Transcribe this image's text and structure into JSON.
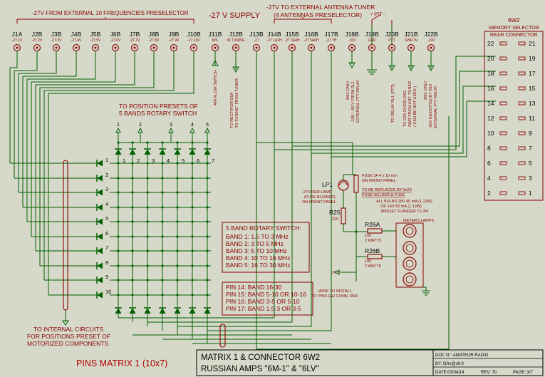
{
  "top": {
    "freq_header": "-27V FROM EXTERNAL 10 FREQUENCIES PRESELECTOR",
    "supply": "-27 V SUPPLY",
    "tuner_line1": "-27V TO EXTERNAL ANTENNA TUNER",
    "tuner_line2": "(4 ANTENNAS PRESELECTOR)",
    "ptt": "+  PTT  -"
  },
  "jpins": [
    {
      "name": "J1A",
      "v": "-27.1V"
    },
    {
      "name": "J2B",
      "v": "-27.2V"
    },
    {
      "name": "J3B",
      "v": "-27.3V"
    },
    {
      "name": "J4B",
      "v": "-27.4V"
    },
    {
      "name": "J5B",
      "v": "-27.5V"
    },
    {
      "name": "J6B",
      "v": "-27.6V"
    },
    {
      "name": "J7B",
      "v": "-27.7V"
    },
    {
      "name": "J8B",
      "v": "-27.8V"
    },
    {
      "name": "J9B",
      "v": "-27.9V"
    },
    {
      "name": "J10B",
      "v": "-27.10V"
    },
    {
      "name": "J11B",
      "v": "N/C"
    },
    {
      "name": "J12B",
      "v": "IN TUNING"
    },
    {
      "name": "J13B",
      "v": "-27"
    },
    {
      "name": "J14B",
      "v": "-27 1&2H"
    },
    {
      "name": "J15B",
      "v": "-27 3&4H"
    },
    {
      "name": "J16B",
      "v": "-27 5&6H"
    },
    {
      "name": "J17B",
      "v": "-27 7H"
    },
    {
      "name": "J18B",
      "v": "-100"
    },
    {
      "name": "J19B",
      "v": "GND"
    },
    {
      "name": "J20B",
      "v": "PTT"
    },
    {
      "name": "J21B",
      "v": "SWR IN"
    },
    {
      "name": "J22B",
      "v": "-100"
    }
  ],
  "vertical_labels": {
    "air_flow": "AIR FLOW SWITCH",
    "rectifier1": "TO RECTIFIER D5A",
    "rectifier2": "\"IN TUNING\" FROM TUNER",
    "ext_relay_a1": "6M1 ONLY",
    "ext_relay_a2": "-100 / -50 V FROM RL1",
    "ext_relay_a3": "EXTERNAL PTT RELAY",
    "relay_rl1": "TO RELAY RL1 (PTT)",
    "d25_1": "TO D25 OVERLOAD",
    "d25_2": "SWR FROM ANT. TUNER",
    "d25_3": "( CAN BE NOT USED )",
    "ext_relay_b1": "6M1 ONLY",
    "ext_relay_b2": "-50V ADJUSTED BY R19",
    "ext_relay_b3": "EXTERNAL PTT RELAY"
  },
  "memory": {
    "title1": "6W2",
    "title2": "MEMORY SELECTOR",
    "title3": "REAR CONNECTOR",
    "left": [
      "22",
      "20",
      "18",
      "16",
      "14",
      "12",
      "10",
      "8",
      "6",
      "4",
      "2"
    ],
    "right": [
      "21",
      "19",
      "17",
      "15",
      "13",
      "11",
      "9",
      "7",
      "5",
      "3",
      "1"
    ]
  },
  "rotary": {
    "title1": "TO POSITION PRESETS OF",
    "title2": "5 BANDS ROTARY SWITCH",
    "top_nums": [
      "1",
      "2",
      "3",
      "4",
      "5"
    ],
    "col_nums": [
      "1",
      "2",
      "3",
      "4",
      "5",
      "6",
      "7"
    ],
    "row_nums": [
      "1",
      "2",
      "3",
      "4",
      "5",
      "6",
      "7",
      "8",
      "9",
      "10"
    ]
  },
  "lamp": {
    "lp1": "LP1",
    "lp1_desc": [
      "-27V RED LAMP",
      "(FUSE BLOWED)",
      "ON FRONT PANEL"
    ],
    "fuse": [
      "FUSE 3A  4 x 15 mm",
      "ON FRONT PANEL"
    ],
    "fuse_note": [
      "TO BE REPLACED BY 5x20",
      "FUSE HOLDER & FUSE"
    ],
    "r25": "R25",
    "r25_val": "220",
    "bulbs": [
      "ALL BULBS 28V 40 mA (1.12W)",
      "OR 14V 80 mA (1.12W)",
      "MIDGET FLANGED T1-3/4"
    ],
    "r26a": "R26A",
    "r26a_val": [
      "100",
      "2 WATTS"
    ],
    "r26b": "R26B",
    "r26b_val": [
      "100",
      "2 WATTS"
    ],
    "meters": "METERS LAMPS",
    "minus27": "-27 V",
    "wire": [
      "WIRE TO INSTALL",
      "TO PINS 1&2 CONN. 6W1"
    ]
  },
  "band_table": {
    "title": "5 BAND ROTARY SWITCH:",
    "rows": [
      "BAND 1:  1.5 TO 3 MHz",
      "BAND 2:  3 TO 5 MHz",
      "BAND 3:  5 TO 10 MHz",
      "BAND 4:  10 TO 16 MHz",
      "BAND 5:  16 TO 30 MHz"
    ]
  },
  "pin_table": {
    "rows": [
      "PIN 14: BAND 16-30",
      "PIN 15: BAND 5-10 OR 10-16",
      "PIN 16: BAND 3-5 OR 5-10",
      "PIN 17: BAND 1.5-3 OR 3-5"
    ]
  },
  "internal": [
    "TO INTERNAL CIRCUITS",
    "FOR POSITIONS PRESET OF",
    "MOTORIZED COMPONENTS"
  ],
  "footer": {
    "pins_matrix": "PINS MATRIX 1 (10x7)",
    "title1": "MATRIX 1 & CONNECTOR 6W2",
    "title2": "RUSSIAN AMPS \"6M-1\" & \"6LV\"",
    "doc": "DOC N°: AMATEUR RADIO",
    "by": "BY:  f1frv@sfr.fr",
    "date": "DATE:03/04/14",
    "rev": "REV: 7b",
    "page": "PAGE: 3/7"
  }
}
